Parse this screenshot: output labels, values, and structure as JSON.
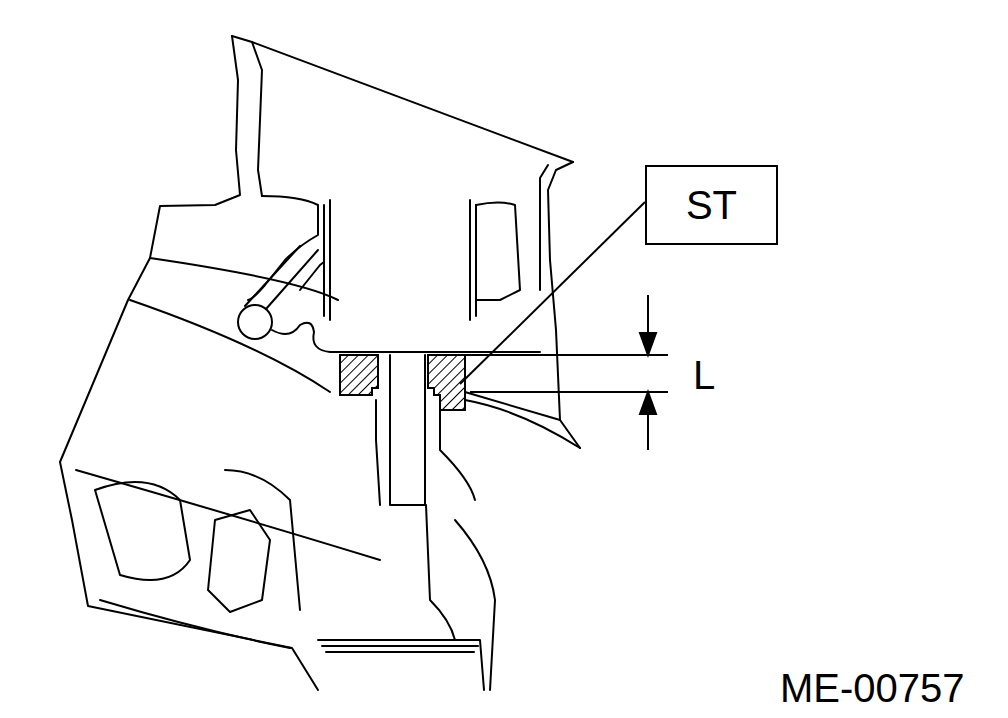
{
  "diagram": {
    "nodes": [
      {
        "text": [
          "ST"
        ]
      }
    ],
    "labels": [
      "L",
      "ME-00757"
    ]
  }
}
